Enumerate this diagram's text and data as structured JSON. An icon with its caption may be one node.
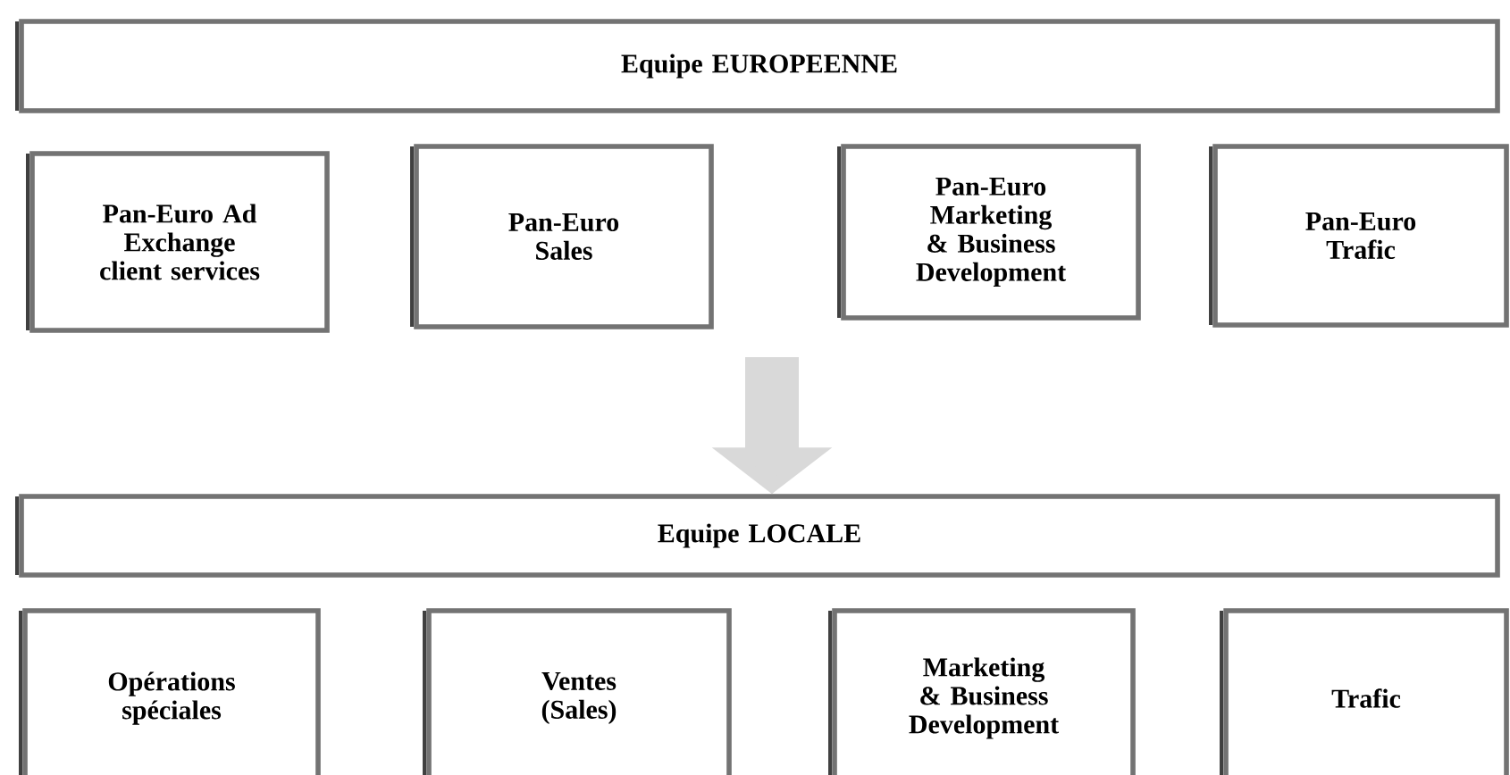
{
  "diagram": {
    "nodes": [
      {
        "text": [
          "Equipe EUROPEENNE"
        ]
      },
      {
        "text": [
          "Pan-Euro Ad Exchange client services"
        ]
      },
      {
        "text": [
          "Pan-Euro Sales"
        ]
      },
      {
        "text": [
          "Pan-Euro Marketing & Business Development"
        ]
      },
      {
        "text": [
          "Pan-Euro Trafic"
        ]
      },
      {
        "text": [
          "Equipe LOCALE"
        ]
      },
      {
        "text": [
          "Opérations spéciales"
        ]
      },
      {
        "text": [
          "Ventes (Sales)"
        ]
      },
      {
        "text": [
          "Marketing & Business Development"
        ]
      },
      {
        "text": [
          "Trafic"
        ]
      }
    ],
    "edges": [
      {
        "from": null,
        "to": 5,
        "arrow": "to",
        "color": "#d9d9d9"
      }
    ]
  }
}
